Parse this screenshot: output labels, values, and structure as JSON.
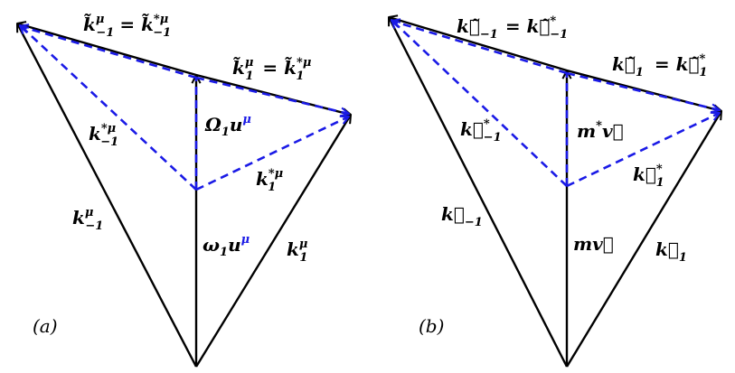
{
  "colors": {
    "solid": "#000000",
    "dashed": "#1a1ae6"
  },
  "panel_a": {
    "tag": "(a)",
    "labels": {
      "top_left_base": "k̃",
      "top_left_sub": "−1",
      "top_left_sup": "μ",
      "top_left_eq": "= ",
      "top_left_rhs_base": "k̃",
      "top_left_rhs_sub": "−1",
      "top_left_rhs_sup": "*μ",
      "top_right_base": "k̃",
      "top_right_sub": "1",
      "top_right_sup": "μ",
      "top_right_eq": "= ",
      "top_right_rhs_base": "k̃",
      "top_right_rhs_sub": "1",
      "top_right_rhs_sup": "*μ",
      "dash_left_base": "k",
      "dash_left_sub": "−1",
      "dash_left_sup": "*μ",
      "omega_cap": "Ω",
      "omega_cap_sub": "1",
      "omega_cap_u": "u",
      "omega_cap_mu": "μ",
      "dash_right_base": "k",
      "dash_right_sub": "1",
      "dash_right_sup": "*μ",
      "solid_left_base": "k",
      "solid_left_sub": "−1",
      "solid_left_sup": "μ",
      "omega": "ω",
      "omega_sub": "1",
      "omega_u": "u",
      "omega_mu": "μ",
      "solid_right_base": "k",
      "solid_right_sub": "1",
      "solid_right_sup": "μ"
    }
  },
  "panel_b": {
    "tag": "(b)",
    "labels": {
      "top_left_lhs": "k⃗̃",
      "top_left_sub": "−1",
      "top_left_eq": "= ",
      "top_left_rhs": "k⃗̃",
      "top_left_rhs_sub": "−1",
      "top_left_rhs_sup": "*",
      "top_right_lhs": "k⃗̃",
      "top_right_sub": "1",
      "top_right_eq": "= ",
      "top_right_rhs": "k⃗̃",
      "top_right_rhs_sub": "1",
      "top_right_rhs_sup": "*",
      "dash_left_base": "k⃗",
      "dash_left_sub": "−1",
      "dash_left_sup": "*",
      "mstar_v": "m",
      "mstar_sup": "*",
      "mstar_vec": "v⃗",
      "dash_right_base": "k⃗",
      "dash_right_sub": "1",
      "dash_right_sup": "*",
      "solid_left_base": "k⃗",
      "solid_left_sub": "−1",
      "mv_m": "m",
      "mv_v": "v⃗",
      "solid_right_base": "k⃗",
      "solid_right_sub": "1"
    }
  }
}
